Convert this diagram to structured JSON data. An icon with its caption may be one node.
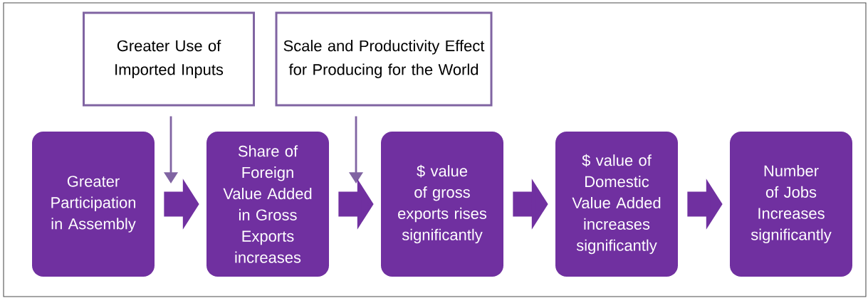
{
  "diagram": {
    "nodes": [
      {
        "text": [
          "Greater Use of Imported Inputs"
        ]
      },
      {
        "text": [
          "Scale and Productivity Effect for Producing for the World"
        ]
      },
      {
        "text": [
          "Greater Participation in Assembly"
        ]
      },
      {
        "text": [
          "Share of Foreign Value Added in Gross Exports increases"
        ]
      },
      {
        "text": [
          "$ value of gross exports rises significantly"
        ]
      },
      {
        "text": [
          "$ value of Domestic Value Added increases significantly"
        ]
      },
      {
        "text": [
          "Number of Jobs Increases significantly"
        ]
      }
    ],
    "edges": [
      {
        "from": 0,
        "to": null,
        "arrow": "to",
        "color": "#8064a2"
      },
      {
        "from": 1,
        "to": null,
        "arrow": "to",
        "color": "#8064a2"
      },
      {
        "from": 2,
        "to": 3,
        "arrow": "to"
      },
      {
        "from": 3,
        "to": 4,
        "arrow": "to"
      },
      {
        "from": 4,
        "to": 5,
        "arrow": "to"
      },
      {
        "from": 5,
        "to": 6,
        "arrow": "to"
      }
    ]
  }
}
